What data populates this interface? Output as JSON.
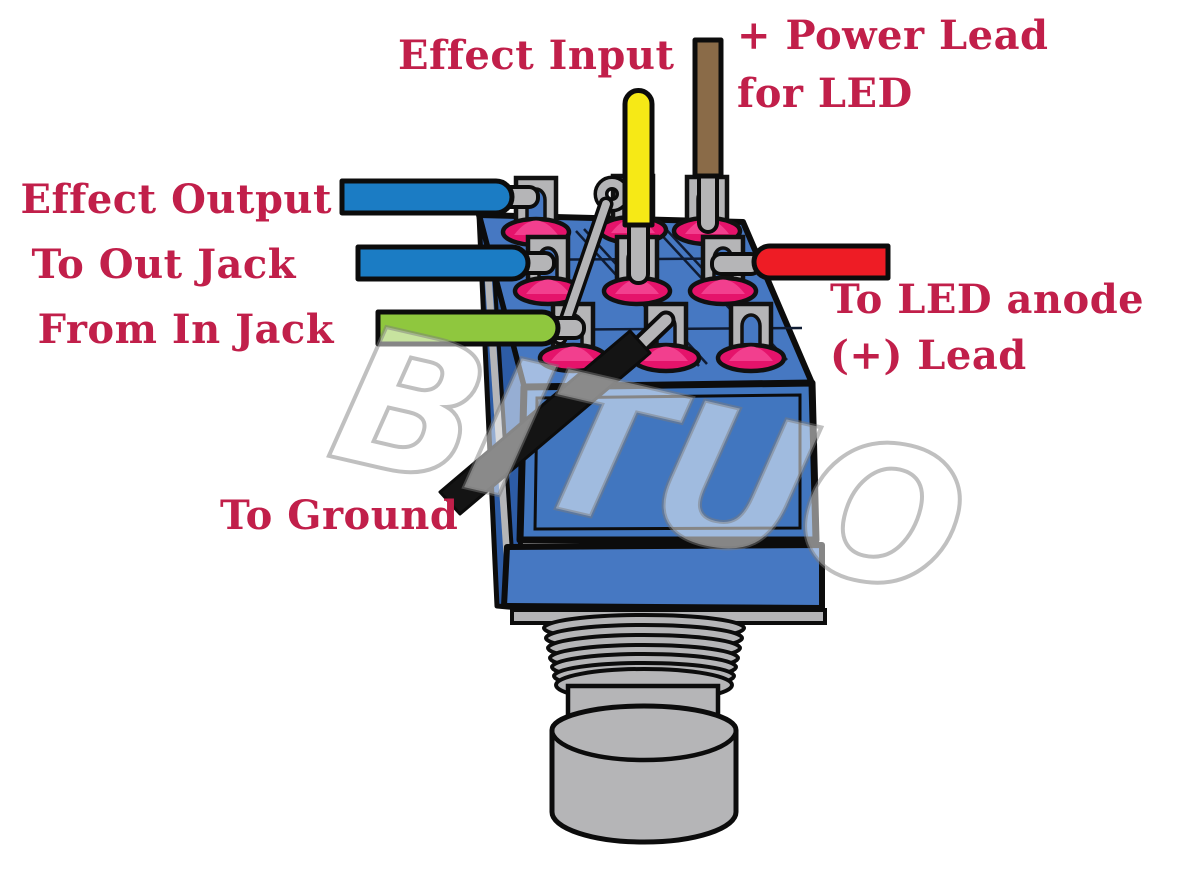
{
  "diagram": {
    "type": "wiring-diagram",
    "subject": "3PDT footswitch wiring for effect pedal with LED",
    "background_color": "#ffffff",
    "label_text_color": "#c11f4a",
    "outline_color": "#0c0c0c",
    "switch_body_color": "#4678c2",
    "metal_color": "#b5b5b7",
    "solder_lug_color": "#e5136b"
  },
  "labels": {
    "effect_input": "Effect Input",
    "power_lead_line1": "+ Power Lead",
    "power_lead_line2": "for LED",
    "effect_output": "Effect Output",
    "to_out_jack": "To Out Jack",
    "from_in_jack": "From In Jack",
    "to_led_anode_line1": "To LED anode",
    "to_led_anode_line2": "(+) Lead",
    "to_ground": "To Ground"
  },
  "wires": {
    "effect_output": {
      "color": "#1b7cc4"
    },
    "to_out_jack": {
      "color": "#1b7cc4"
    },
    "from_in_jack": {
      "color": "#8fc73e"
    },
    "effect_input": {
      "color": "#f6e916"
    },
    "led_power": {
      "color": "#8a6b48"
    },
    "to_led_anode": {
      "color": "#ee1c25"
    },
    "to_ground": {
      "color": "#141414"
    },
    "jumper": {
      "color": "#b5b5b7"
    }
  },
  "watermark": {
    "text": "BITUO",
    "color": "#7b7b7b"
  }
}
